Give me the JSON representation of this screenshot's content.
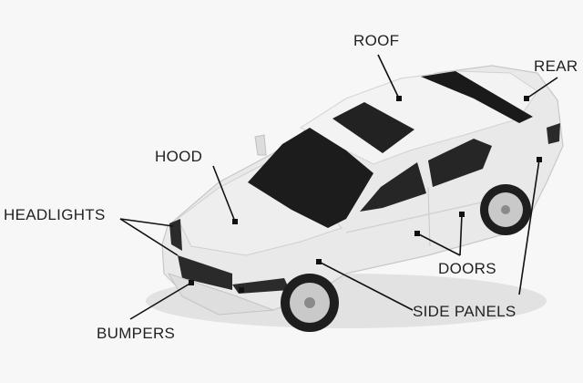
{
  "diagram": {
    "labels": {
      "roof": "ROOF",
      "rear": "REAR",
      "hood": "HOOD",
      "headlights": "HEADLIGHTS",
      "doors": "DOORS",
      "side_panels": "SIDE PANELS",
      "bumpers": "BUMPERS"
    },
    "colors": {
      "background": "#f7f7f7",
      "body": "#e8e8e8",
      "glass": "#1c1c1c",
      "leader": "#111111"
    }
  }
}
